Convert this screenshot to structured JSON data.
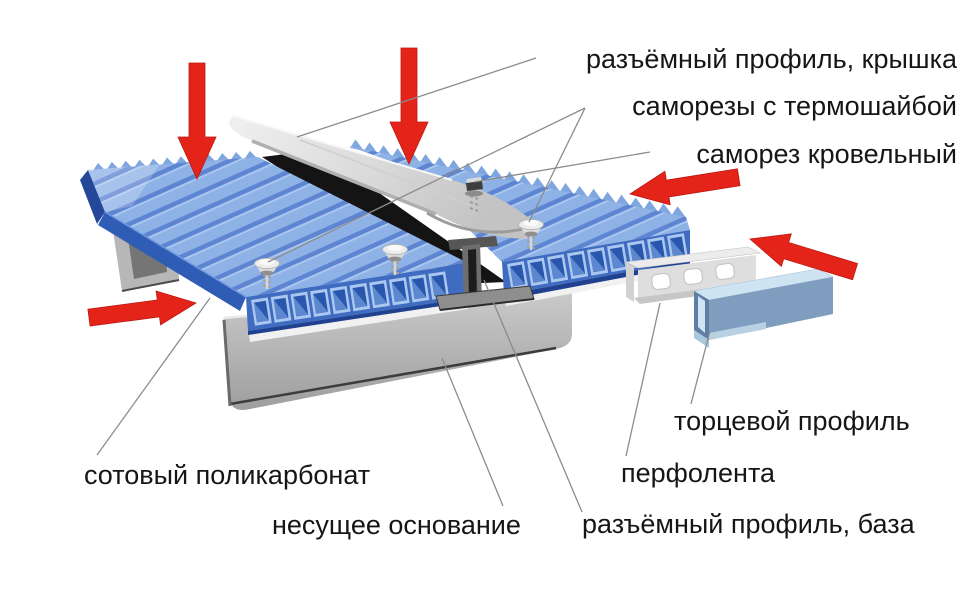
{
  "diagram": {
    "type": "exploded-assembly-diagram",
    "language": "ru",
    "description_visible_parts_count": 8
  },
  "labels": {
    "cover_profile": "разъёмный профиль, крышка",
    "thermal_screws": "саморезы с термошайбой",
    "roofing_screw": "саморез кровельный",
    "polycarbonate_sheet": "сотовый поликарбонат",
    "bearing_base": "несущее основание",
    "base_profile": "разъёмный профиль, база",
    "perforated_tape": "перфолента",
    "end_profile": "торцевой профиль"
  },
  "arrows": {
    "count": 5,
    "color": "#e42419",
    "items": [
      "down-onto-left-panel",
      "down-onto-right-panel",
      "right-into-left-panel-edge",
      "left-into-right-panel-edge",
      "left-toward-end-profile"
    ]
  },
  "colors": {
    "background": "#ffffff",
    "label_text": "#161616",
    "leader_line": "#8c8c8c",
    "arrow_red": "#e42419",
    "arrow_red_edge": "#bd1712",
    "panel_blue": "#8fb2e6",
    "panel_stripe_blue": "#5d85d2",
    "panel_cell_dark": "#2a57ae",
    "panel_edge_dark": "#2f5cb5",
    "metal_cover_gray": "#d9d9d9",
    "beam_gray": "#b5b5b5",
    "gap_black": "#141414",
    "end_profile_blue": "#cfe4f2",
    "end_profile_face": "#7e9dbf",
    "tape_white": "#ececec"
  }
}
